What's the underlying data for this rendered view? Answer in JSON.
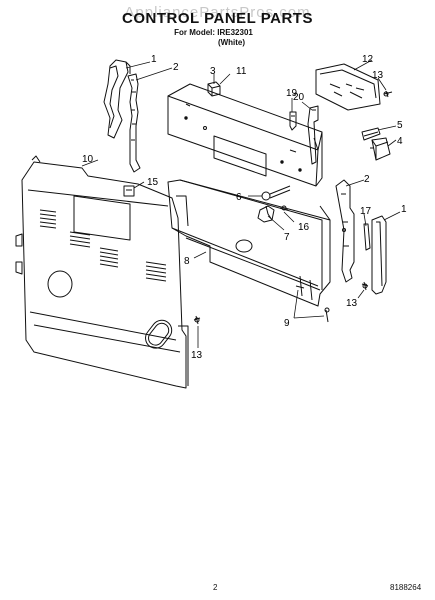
{
  "watermark": "AppliancePartsPros.com",
  "title": "CONTROL PANEL PARTS",
  "model": "For Model: IRE32301",
  "color": "(White)",
  "page_number": "2",
  "doc_number": "8188264",
  "callouts": {
    "c1_top": "1",
    "c2_top": "2",
    "c3": "3",
    "c11": "11",
    "c12": "12",
    "c13_top": "13",
    "c19": "19",
    "c20": "20",
    "c5": "5",
    "c4": "4",
    "c10": "10",
    "c15": "15",
    "c6": "6",
    "c2_right": "2",
    "c17": "17",
    "c1_right": "1",
    "c7": "7",
    "c16": "16",
    "c8": "8",
    "c13_right": "13",
    "c9": "9",
    "c13_bottom": "13"
  }
}
